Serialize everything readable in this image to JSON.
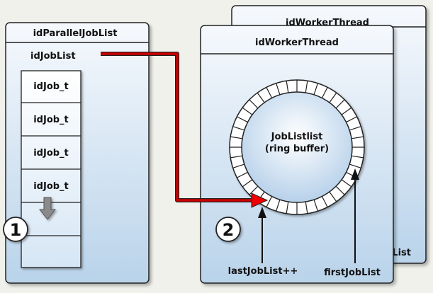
{
  "parallel_job_list": {
    "title": "idParallelJobList",
    "field": "idJobList",
    "jobs": [
      "idJob_t",
      "idJob_t",
      "idJob_t",
      "idJob_t"
    ],
    "marker": "1"
  },
  "worker_thread_back": {
    "title": "idWorkerThread",
    "partial_label": "List"
  },
  "worker_thread": {
    "title": "idWorkerThread",
    "ring_label_line1": "JobListlist",
    "ring_label_line2": "(ring buffer)",
    "marker": "2",
    "last_pointer": "lastJobList++",
    "first_pointer": "firstJobList"
  },
  "colors": {
    "panel_top": "#f4f8fc",
    "panel_bottom": "#b8d2ea",
    "outline": "#222222",
    "arrow": "#cc0000"
  }
}
